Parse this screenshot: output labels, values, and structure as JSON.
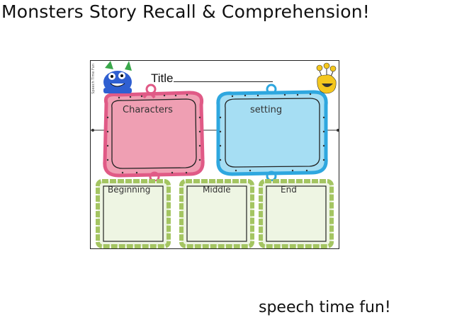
{
  "heading": "Monsters Story Recall & Comprehension!",
  "footer": "speech time fun!",
  "worksheet": {
    "title_label": "Title",
    "side_credit": "Speech Time Fun",
    "boxes": {
      "characters": "Characters",
      "setting": "setting",
      "beginning": "Beginning",
      "middle": "Middle",
      "end": "End"
    }
  },
  "colors": {
    "pink_fill": "#ef9fb3",
    "pink_border": "#e05a86",
    "blue_fill": "#a6def3",
    "blue_border": "#2ea7df",
    "green_fill": "#eef5e3",
    "green_border": "#a4c562",
    "monster_blue": "#2f5fd1",
    "monster_yellow": "#f4c71e"
  }
}
